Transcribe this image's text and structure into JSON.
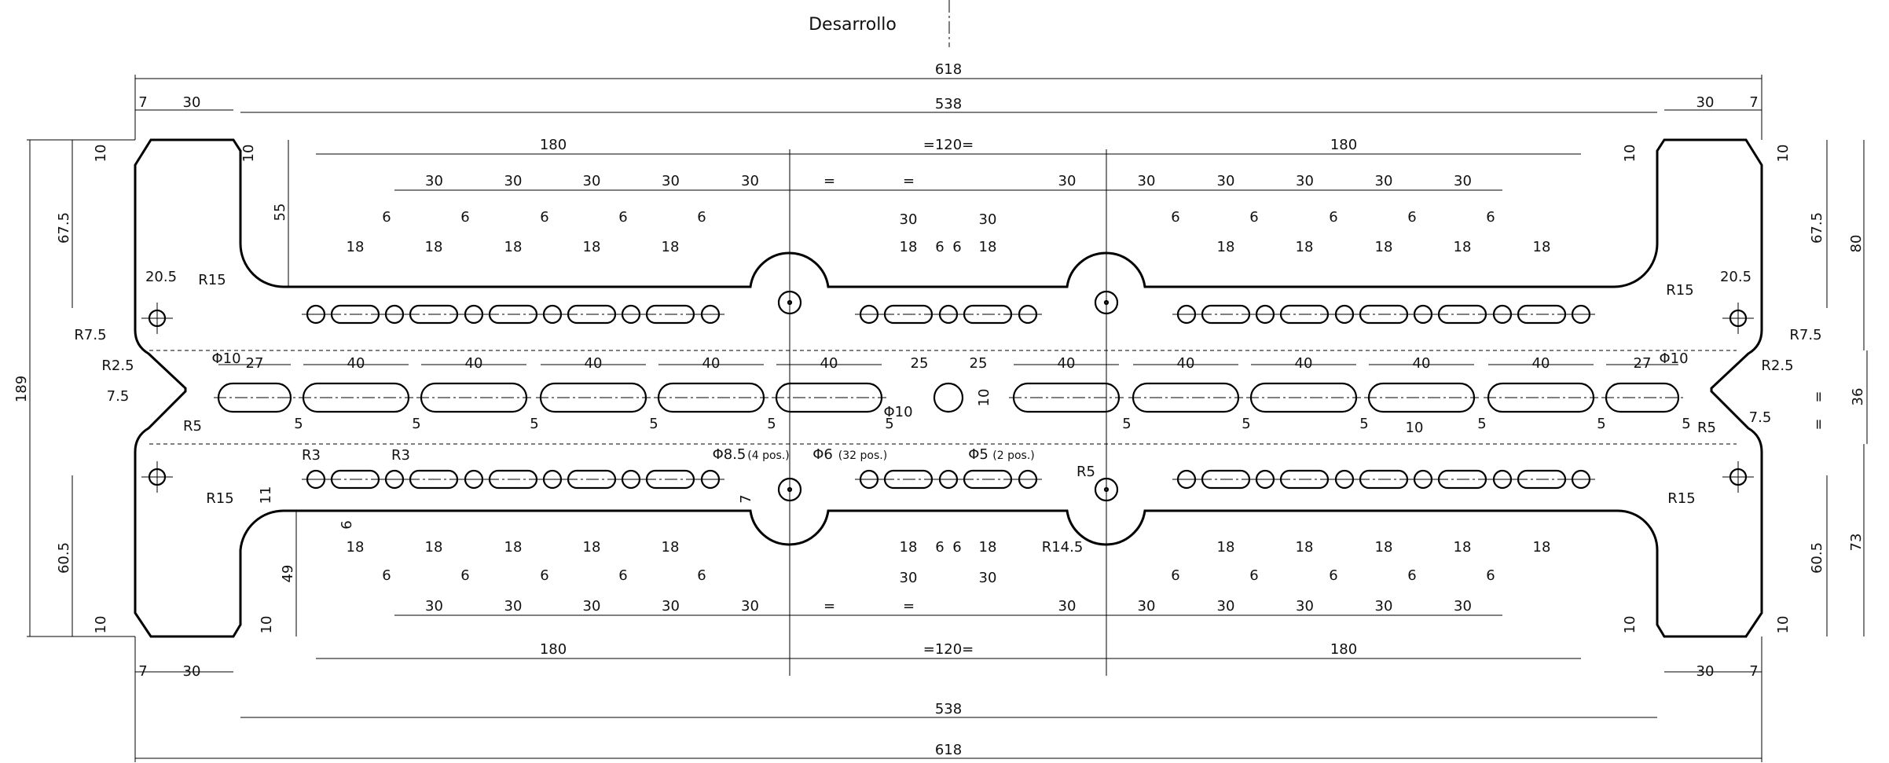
{
  "title": "Desarrollo",
  "overall": {
    "width_total": "618",
    "width_inner": "538",
    "height_total": "189",
    "center_band": "36"
  },
  "corner_dims": {
    "a": "7",
    "b": "30",
    "c": "10",
    "d": "20.5",
    "e": "7.5"
  },
  "vertical_dims": {
    "left_top": "67.5",
    "left_bottom": "60.5",
    "upper_notch": "55",
    "lower_notch": "49",
    "right_top": "67.5",
    "right_top_outer": "80",
    "right_bottom": "60.5",
    "right_bottom_outer": "73",
    "mid_eq": "=",
    "small_11": "11",
    "small_7": "7"
  },
  "segments": {
    "side": "180",
    "center": "=120=",
    "eq": "="
  },
  "pitch": {
    "p30": "30",
    "p6": "6",
    "p18": "18"
  },
  "slot_dims": {
    "w40": "40",
    "w27": "27",
    "w25": "25",
    "h5": "5",
    "h10": "10",
    "w10": "10"
  },
  "radii": {
    "r15": "R15",
    "r75": "R7.5",
    "r25": "R2.5",
    "r5": "R5",
    "r3": "R3",
    "r145": "R14.5",
    "phi10": "Φ10"
  },
  "callouts": {
    "phi85": "Φ8.5",
    "phi85_note": "(4 pos.)",
    "phi6": "Φ6",
    "phi6_note": "(32 pos.)",
    "phi5": "Φ5",
    "phi5_note": "(2 pos.)"
  }
}
